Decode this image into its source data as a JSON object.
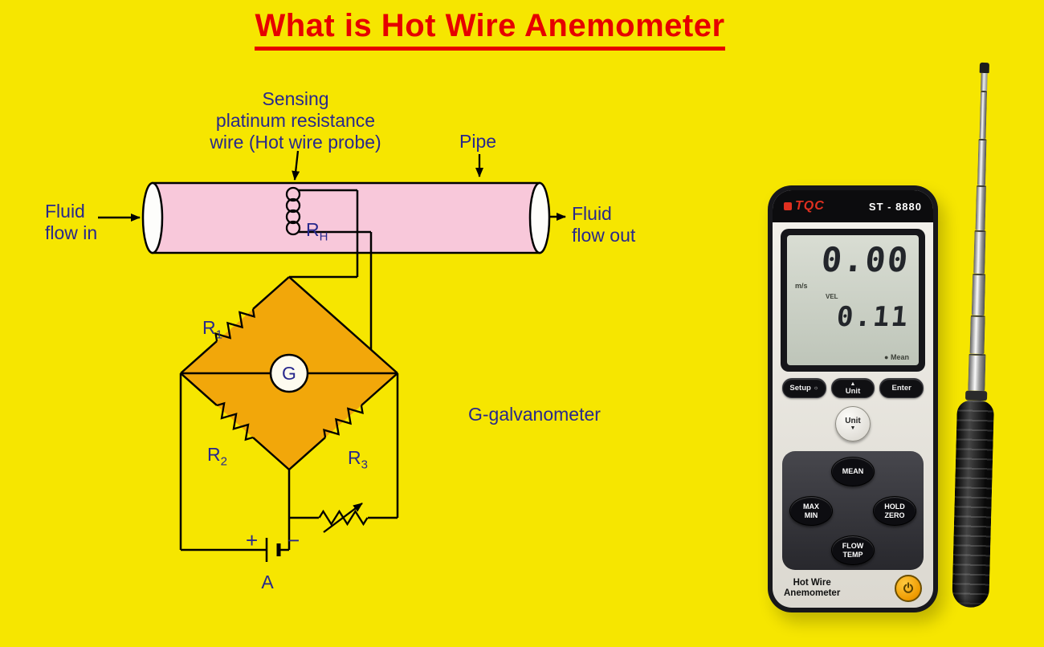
{
  "title": {
    "text": "What is Hot Wire Anemometer"
  },
  "colors": {
    "background": "#f6e600",
    "title_red": "#e60000",
    "pipe_fill": "#f8c8da",
    "bridge_fill": "#f2a70a",
    "label_blue": "#28288c",
    "wire_black": "#000000",
    "power_orange": "#ee9a00",
    "brand_red": "#e03020",
    "lcd_gray": "#ccd2c6"
  },
  "diagram": {
    "sensing_label": "Sensing\nplatinum resistance\nwire (Hot wire probe)",
    "pipe_label": "Pipe",
    "fluid_in_label": "Fluid\nflow in",
    "fluid_out_label": "Fluid\nflow out",
    "resistors": {
      "rh": {
        "base": "R",
        "sub": "H"
      },
      "r1": {
        "base": "R",
        "sub": "1"
      },
      "r2": {
        "base": "R",
        "sub": "2"
      },
      "r3": {
        "base": "R",
        "sub": "3"
      }
    },
    "galvanometer_symbol": "G",
    "galvanometer_label": "G-galvanometer",
    "battery_plus": "+",
    "battery_minus": "−",
    "battery_label": "A"
  },
  "device": {
    "brand": "TQC",
    "model": "ST - 8880",
    "display": {
      "main_value": "0.00",
      "main_unit": "m/s",
      "sub_label": "VEL",
      "sub_value": "0.11",
      "mean_label": "● Mean"
    },
    "buttons": {
      "setup": "Setup",
      "setup_icon": "☼",
      "up_arrow": "▲",
      "unit_up": "Unit",
      "enter": "Enter",
      "unit_down": "Unit",
      "down_arrow": "▼",
      "mean": "MEAN",
      "max_min": "MAX\nMIN",
      "hold_zero": "HOLD\nZERO",
      "flow_temp": "FLOW\nTEMP"
    },
    "footer_label": "Hot Wire\nAnemometer"
  }
}
